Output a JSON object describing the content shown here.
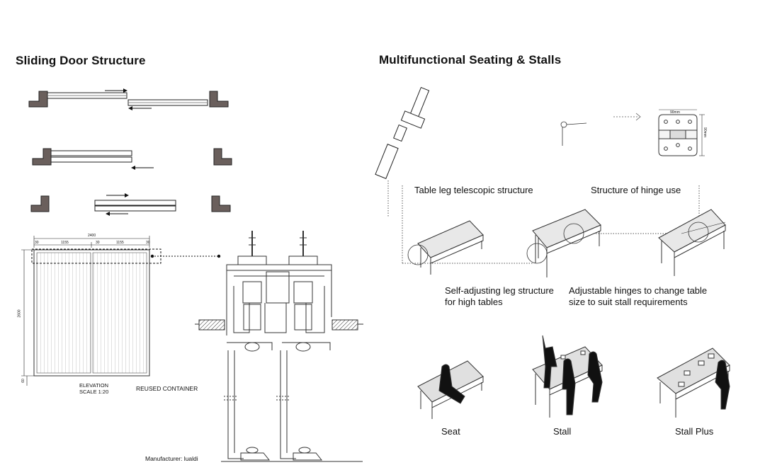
{
  "left_section": {
    "title": "Sliding Door Structure",
    "elevation": {
      "overall_width": "2400",
      "dim_30_a": "30",
      "dim_1155_a": "1155",
      "dim_30_mid": "30",
      "dim_1155_b": "1155",
      "dim_30_b": "30",
      "height": "2600",
      "dim_60": "60",
      "caption_line1": "ELEVATION",
      "caption_line2": "SCALE 1:20",
      "container_label": "REUSED CONTAINER"
    },
    "manufacturer": "Manufacturer: lualdi"
  },
  "right_section": {
    "title": "Multifunctional Seating & Stalls",
    "hinge": {
      "width_dim": "90mm",
      "height_dim": "90mm"
    },
    "labels": {
      "telescopic": "Table leg telescopic structure",
      "hinge_use": "Structure of hinge use",
      "self_adjust_line1": "Self-adjusting leg structure",
      "self_adjust_line2": "for high tables",
      "adjust_hinge_line1": "Adjustable hinges to change table",
      "adjust_hinge_line2": "size to suit stall requirements"
    },
    "modes": [
      "Seat",
      "Stall",
      "Stall Plus"
    ]
  }
}
